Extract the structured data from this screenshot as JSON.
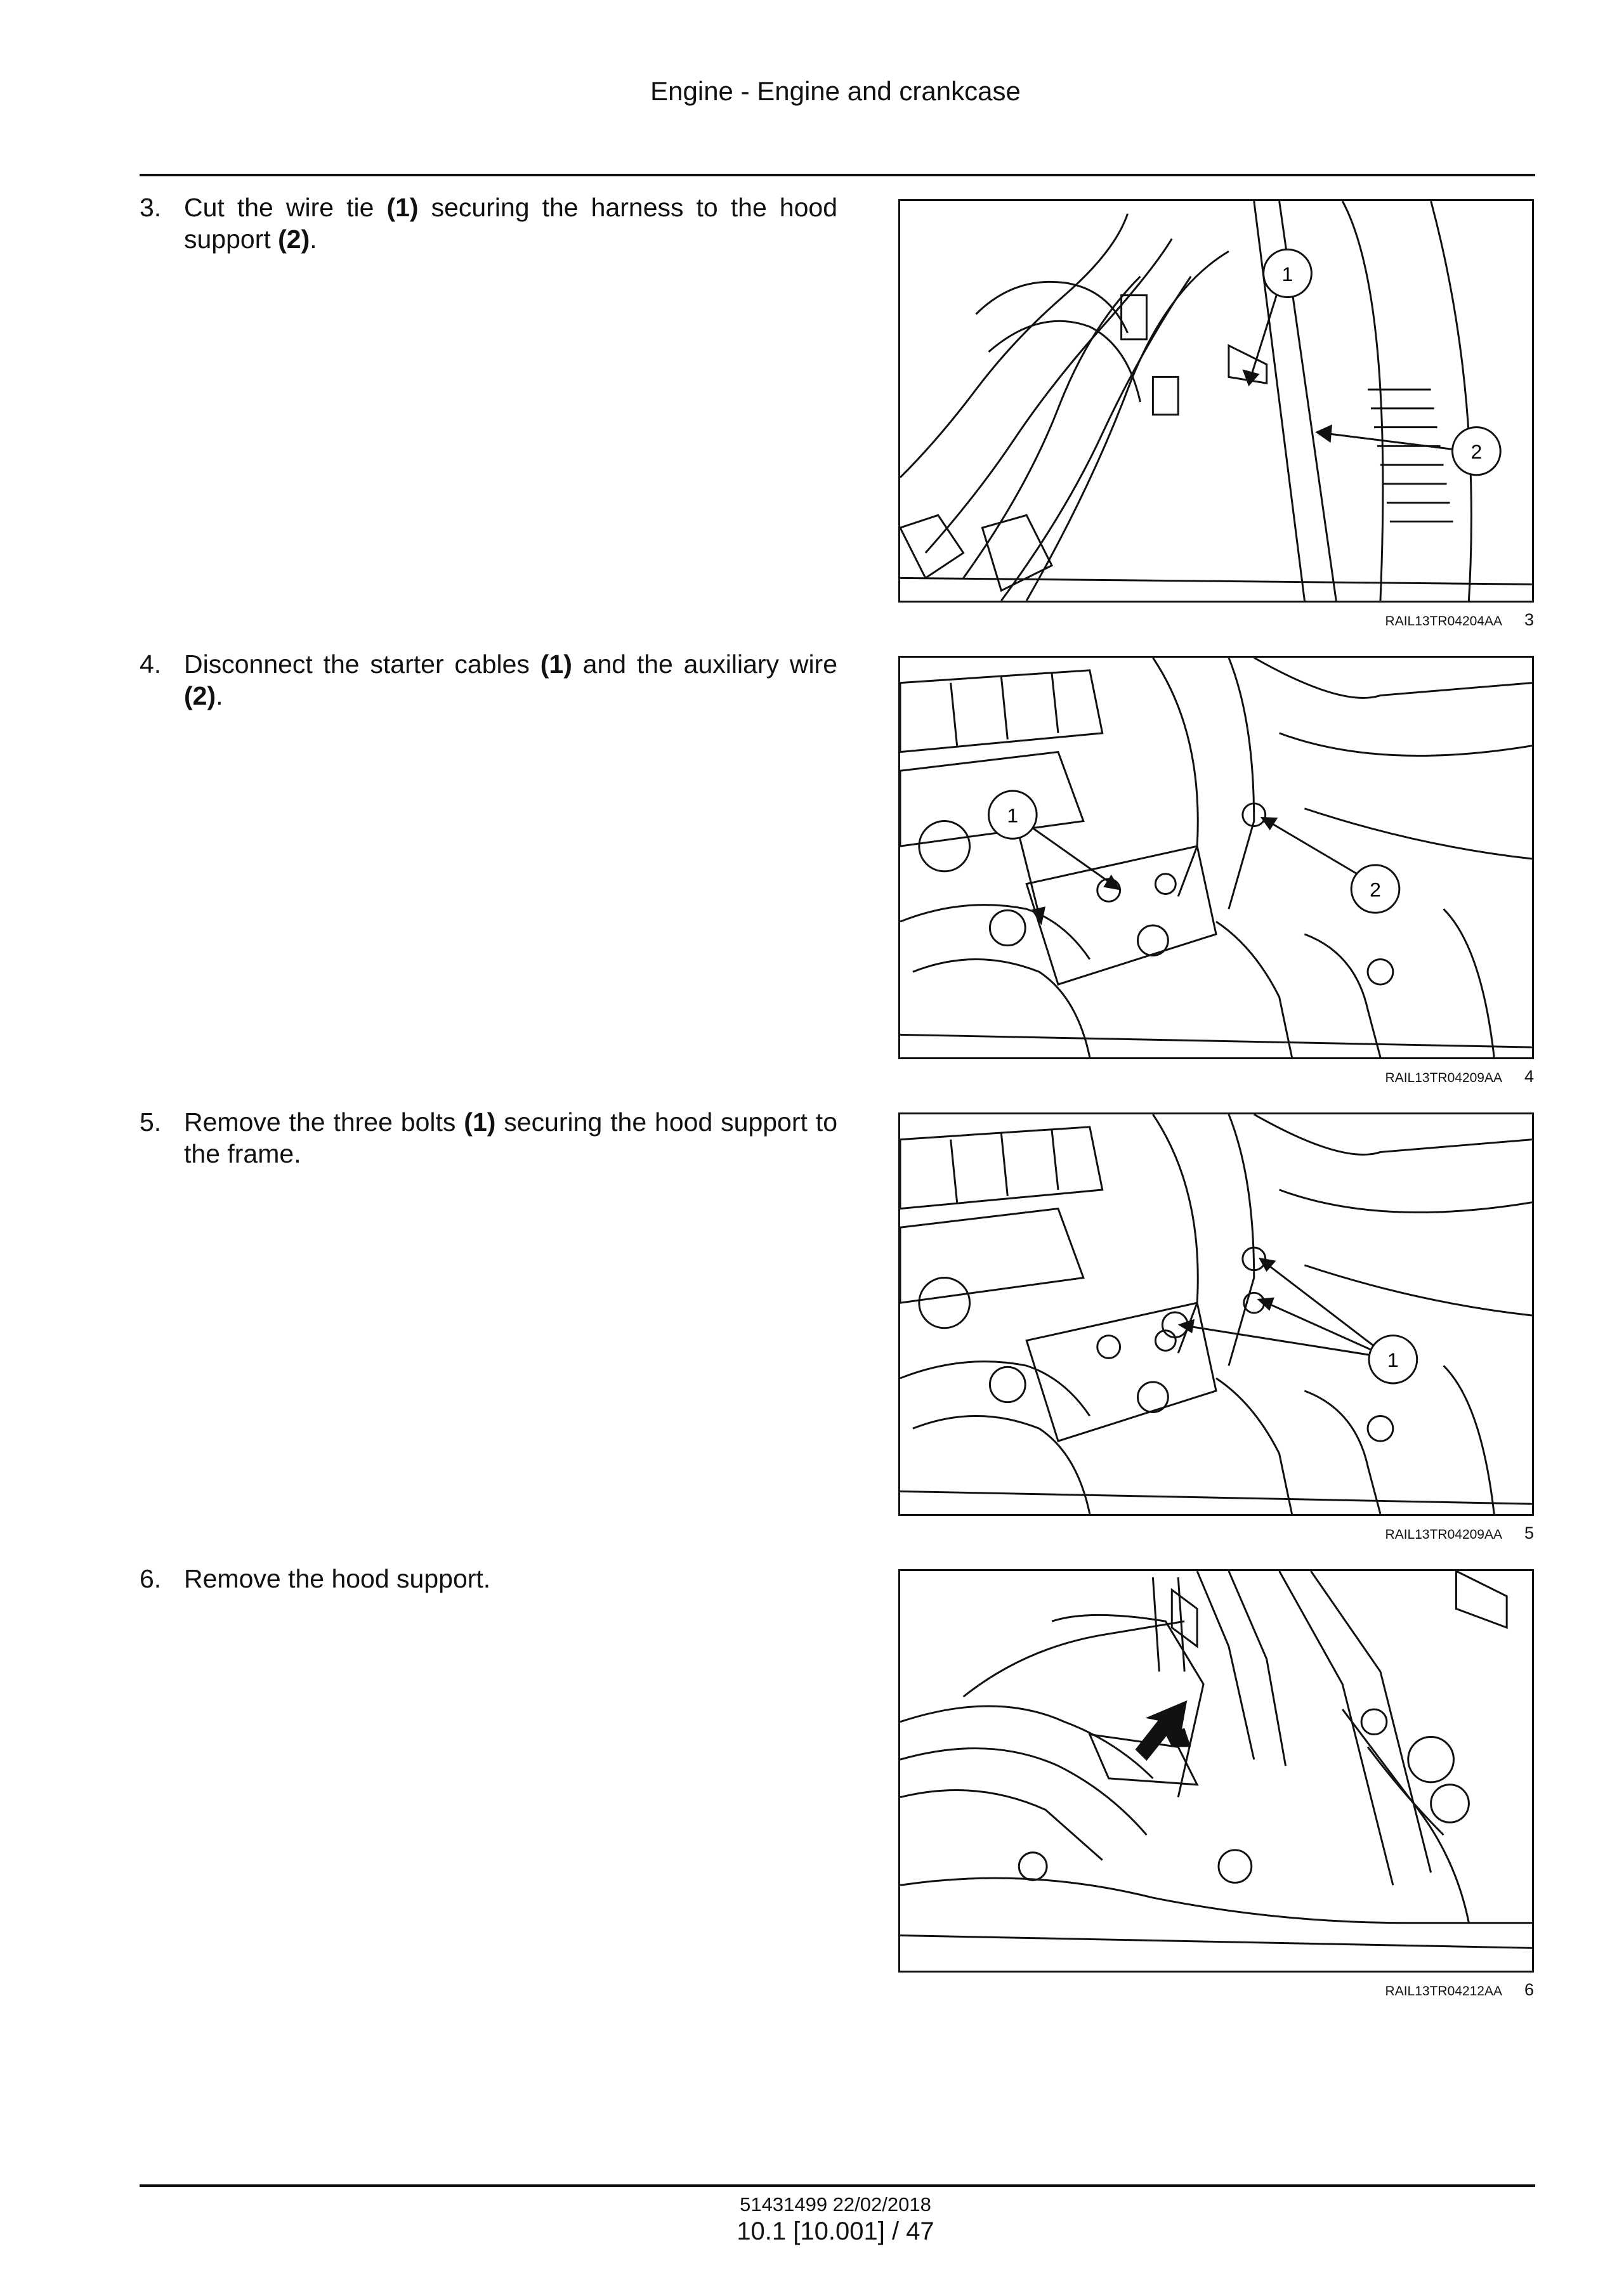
{
  "header": {
    "title": "Engine - Engine and crankcase"
  },
  "steps": [
    {
      "number": "3.",
      "text_a": "Cut the wire tie ",
      "bold_a": "(1)",
      "text_b": " securing the harness to the hood support ",
      "bold_b": "(2)",
      "text_c": ".",
      "figure": {
        "code": "RAIL13TR04204AA",
        "number": "3",
        "callouts": [
          "1",
          "2"
        ]
      }
    },
    {
      "number": "4.",
      "text_a": "Disconnect the starter cables ",
      "bold_a": "(1)",
      "text_b": " and the auxiliary wire ",
      "bold_b": "(2)",
      "text_c": ".",
      "figure": {
        "code": "RAIL13TR04209AA",
        "number": "4",
        "callouts": [
          "1",
          "2"
        ]
      }
    },
    {
      "number": "5.",
      "text_a": "Remove the three bolts ",
      "bold_a": "(1)",
      "text_b": " securing the hood support to the frame.",
      "bold_b": "",
      "text_c": "",
      "figure": {
        "code": "RAIL13TR04209AA",
        "number": "5",
        "callouts": [
          "1"
        ]
      }
    },
    {
      "number": "6.",
      "text_a": "Remove the hood support.",
      "bold_a": "",
      "text_b": "",
      "bold_b": "",
      "text_c": "",
      "figure": {
        "code": "RAIL13TR04212AA",
        "number": "6",
        "callouts": []
      }
    }
  ],
  "footer": {
    "doc_ref": "51431499 22/02/2018",
    "page_ref": "10.1 [10.001] / 47"
  }
}
